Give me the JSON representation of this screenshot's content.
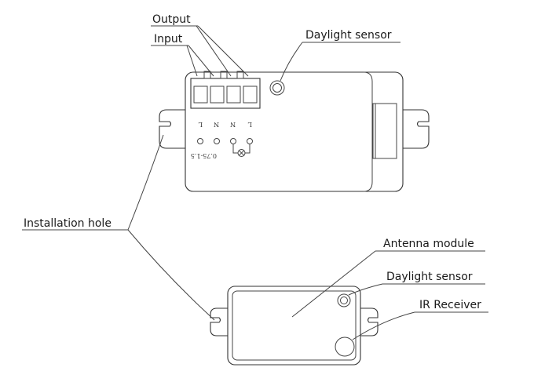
{
  "labels": {
    "output": "Output",
    "input": "Input",
    "daylight_sensor_top": "Daylight sensor",
    "installation_hole": "Installation hole",
    "antenna_module": "Antenna module",
    "daylight_sensor_bottom": "Daylight sensor",
    "ir_receiver": "IR Receiver"
  },
  "terminal_marks": {
    "l_left": "L",
    "n_left": "N",
    "n_right": "N",
    "l_right": "L",
    "wire_size": "0.75-1.5"
  },
  "colors": {
    "line": "#444444",
    "text": "#1a1a1a",
    "background": "#ffffff"
  }
}
